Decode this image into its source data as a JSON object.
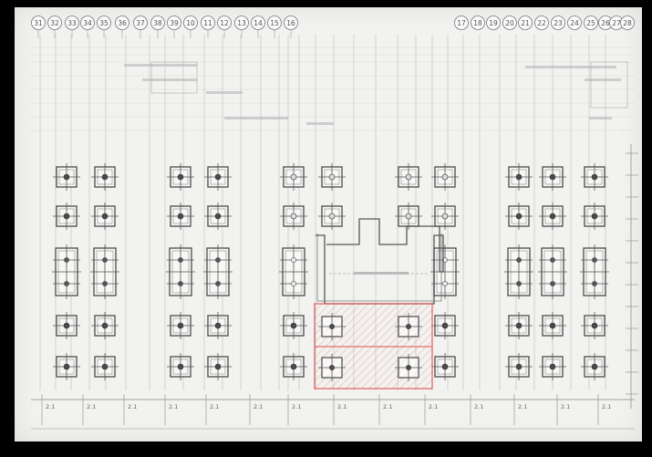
{
  "drawing": {
    "grid_bubbles_top": [
      "31",
      "32",
      "33",
      "34",
      "35",
      "36",
      "37",
      "38",
      "39",
      "10",
      "11",
      "12",
      "13",
      "14",
      "15",
      "16"
    ],
    "grid_bubbles_right": [
      "17",
      "18",
      "19",
      "20",
      "21",
      "22",
      "23",
      "24",
      "25",
      "26",
      "27",
      "28"
    ],
    "dim_label": "2.1",
    "colors": {
      "line": "#9a9a9a",
      "pad": "#555555",
      "highlight": "#e05050",
      "paper": "#f2f2f0"
    }
  }
}
